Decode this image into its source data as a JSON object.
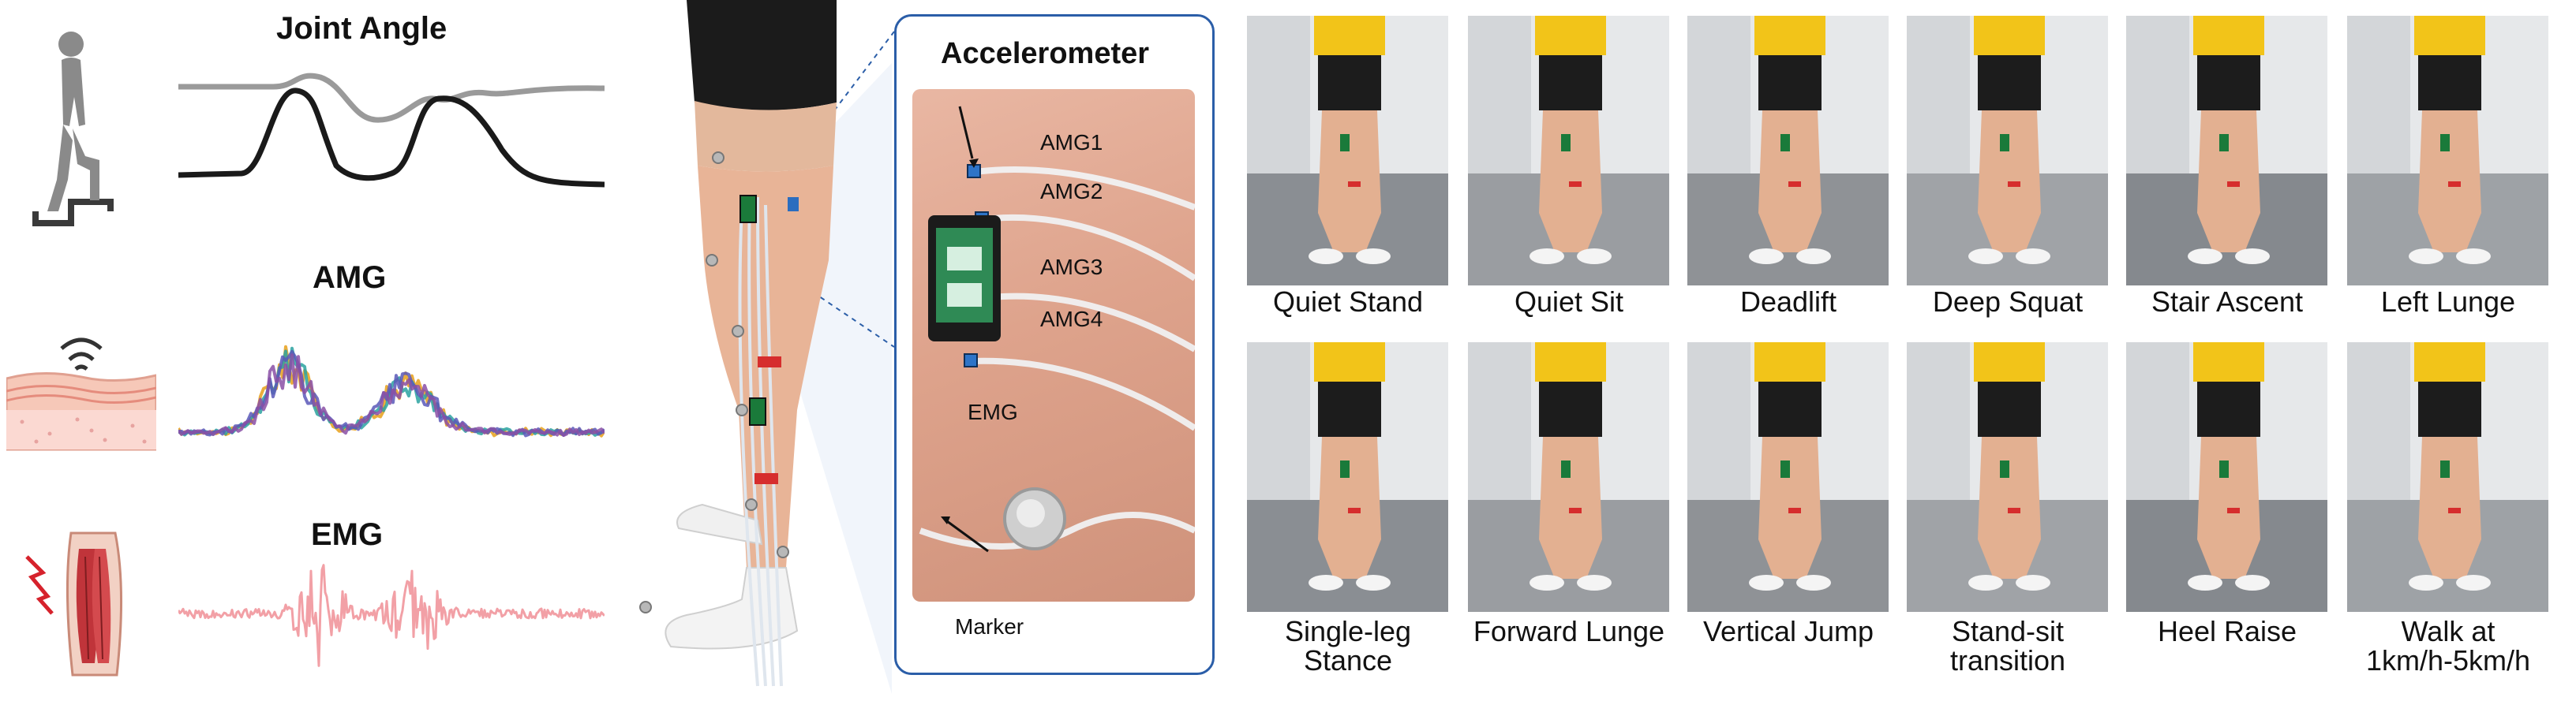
{
  "left_panel": {
    "joint_angle_title": "Joint Angle",
    "amg_title": "AMG",
    "emg_title": "EMG"
  },
  "callout": {
    "title": "Accelerometer",
    "labels": [
      "AMG1",
      "AMG2",
      "AMG3",
      "AMG4",
      "EMG",
      "Marker"
    ]
  },
  "activities": [
    [
      "Quiet Stand"
    ],
    [
      "Quiet Sit"
    ],
    [
      "Deadlift"
    ],
    [
      "Deep Squat"
    ],
    [
      "Stair Ascent"
    ],
    [
      "Left Lunge"
    ],
    [
      "Single-leg",
      "Stance"
    ],
    [
      "Forward Lunge"
    ],
    [
      "Vertical Jump"
    ],
    [
      "Stand-sit",
      "transition"
    ],
    [
      "Heel Raise"
    ],
    [
      "Walk at",
      "1km/h-5km/h"
    ]
  ],
  "colors": {
    "joint_angle_light": "#9a9a9a",
    "joint_angle_dark": "#1a1a1a",
    "amg_series": [
      "#e8a01a",
      "#2aa2a0",
      "#5b58b8",
      "#8a4fa6"
    ],
    "emg_trace": "#f2a0a6",
    "callout_border": "#2b5ea8"
  }
}
